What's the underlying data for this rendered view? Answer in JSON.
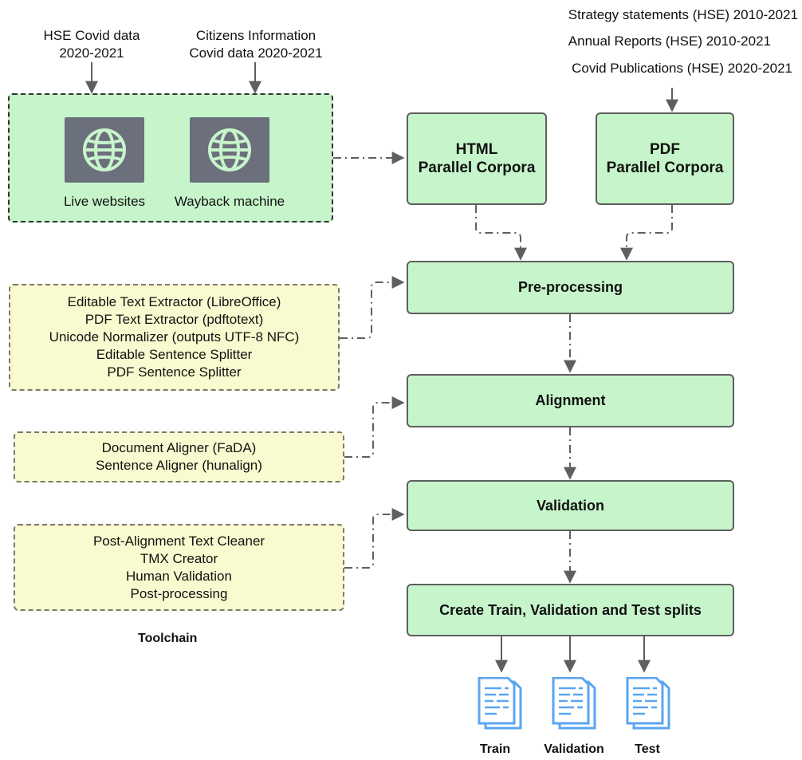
{
  "sources": {
    "hse_covid": [
      "HSE Covid data",
      "2020-2021"
    ],
    "citizens_info": [
      "Citizens Information",
      "Covid data 2020-2021"
    ],
    "strategy": "Strategy statements (HSE) 2010-2021",
    "annual": "Annual Reports (HSE) 2010-2021",
    "covid_pubs": "Covid Publications (HSE) 2020-2021"
  },
  "crawl": {
    "live_label": "Live websites",
    "wayback_label": "Wayback machine"
  },
  "corpora": {
    "html": [
      "HTML",
      "Parallel Corpora"
    ],
    "pdf": [
      "PDF",
      "Parallel Corpora"
    ]
  },
  "stages": {
    "preprocessing": "Pre-processing",
    "alignment": "Alignment",
    "validation": "Validation",
    "splits": "Create Train, Validation and Test splits"
  },
  "tools": {
    "preprocessing": [
      "Editable Text Extractor (LibreOffice)",
      "PDF Text Extractor (pdftotext)",
      "Unicode Normalizer (outputs UTF-8 NFC)",
      "Editable Sentence Splitter",
      "PDF Sentence Splitter"
    ],
    "alignment": [
      "Document Aligner (FaDA)",
      "Sentence Aligner (hunalign)"
    ],
    "validation": [
      "Post-Alignment Text Cleaner",
      "TMX Creator",
      "Human Validation",
      "Post-processing"
    ]
  },
  "toolchain_caption": "Toolchain",
  "outputs": {
    "train": "Train",
    "validation": "Validation",
    "test": "Test"
  },
  "icons": {
    "globe": "globe-icon",
    "document": "document-stack-icon"
  },
  "colors": {
    "stage_fill": "#c7f5cb",
    "tool_fill": "#fafad0",
    "tile": "#6c6f7c",
    "doc": "#5aa6f0",
    "arrow": "#5f5f5f"
  }
}
